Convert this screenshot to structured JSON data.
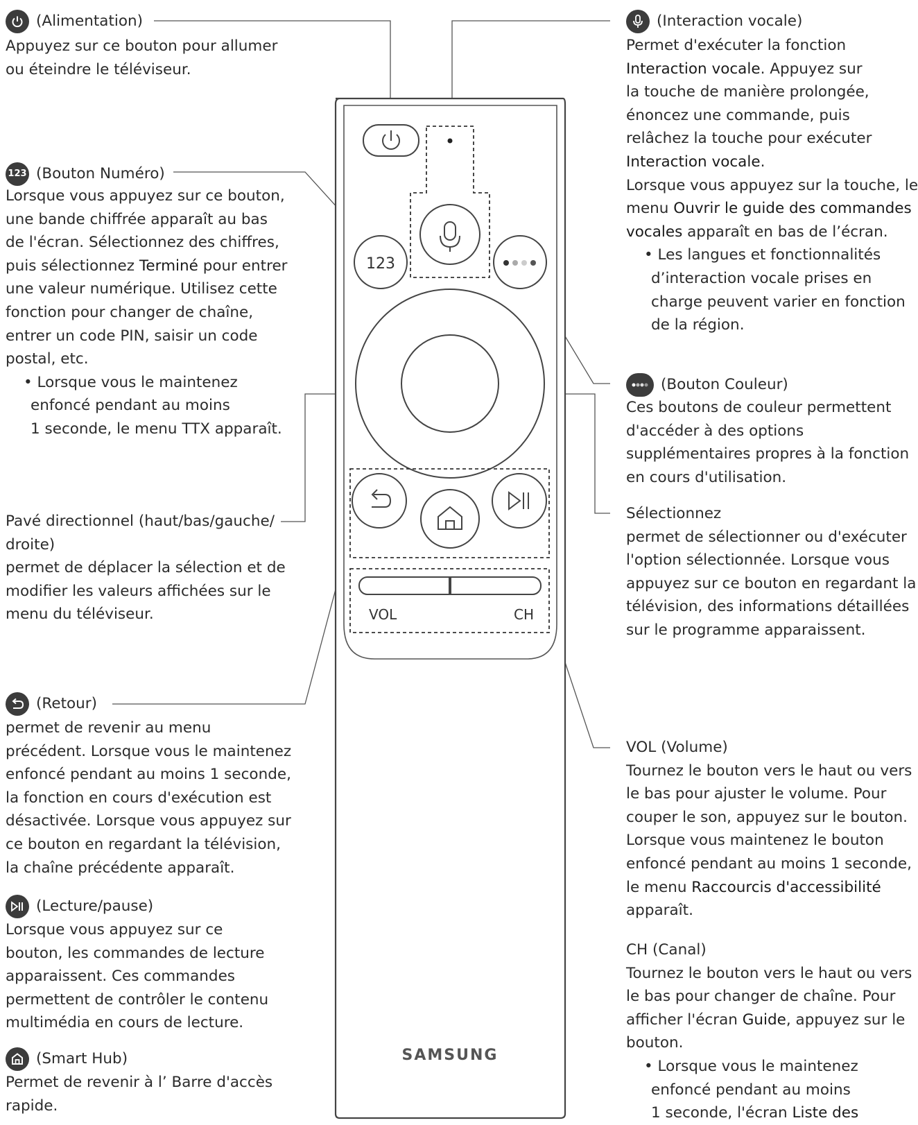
{
  "remote": {
    "numeric_label": "123",
    "vol_label": "VOL",
    "ch_label": "CH",
    "brand": "SAMSUNG"
  },
  "left": {
    "power": {
      "title": "(Alimentation)",
      "l1": "Appuyez sur ce bouton pour allumer",
      "l2": "ou éteindre le téléviseur."
    },
    "number": {
      "icon_text": "123",
      "title": "(Bouton Numéro)",
      "l1": "Lorsque vous appuyez sur ce bouton,",
      "l2": "une bande chiffrée apparaît au bas",
      "l3": "de l'écran. Sélectionnez des chiffres,",
      "l4a": "puis sélectionnez ",
      "l4b": "Terminé",
      "l4c": " pour entrer",
      "l5": "une valeur numérique. Utilisez cette",
      "l6": "fonction pour changer de chaîne,",
      "l7": "entrer un code PIN, saisir un code",
      "l8": "postal, etc.",
      "b1": "• Lorsque vous le maintenez",
      "b2": "enfoncé pendant au moins",
      "b3": "1 seconde, le menu TTX apparaît."
    },
    "dpad": {
      "t1": "Pavé directionnel (haut/bas/gauche/",
      "t2": "droite)",
      "l1": "permet de déplacer la sélection et de",
      "l2": "modifier les valeurs affichées sur le",
      "l3": "menu du téléviseur."
    },
    "back": {
      "title": "(Retour)",
      "l1": "permet de revenir au menu",
      "l2": "précédent. Lorsque vous le maintenez",
      "l3": "enfoncé pendant au moins 1 seconde,",
      "l4": "la fonction en cours d'exécution est",
      "l5": "désactivée. Lorsque vous appuyez sur",
      "l6": "ce bouton en regardant la télévision,",
      "l7": "la chaîne précédente apparaît."
    },
    "play": {
      "title": "(Lecture/pause)",
      "l1": "Lorsque vous appuyez sur ce",
      "l2": "bouton, les commandes de lecture",
      "l3": "apparaissent. Ces commandes",
      "l4": "permettent de contrôler le contenu",
      "l5": "multimédia en cours de lecture."
    },
    "hub": {
      "title": "(Smart Hub)",
      "l1": "Permet de revenir à l’ Barre d'accès",
      "l2": "rapide."
    }
  },
  "right": {
    "voice": {
      "title": "(Interaction vocale)",
      "l1": "Permet d'exécuter la fonction",
      "l2a": "Interaction vocale",
      "l2b": ". Appuyez sur",
      "l3": "la touche de manière prolongée,",
      "l4": "énoncez une commande, puis",
      "l5": "relâchez la touche pour exécuter",
      "l6a": "Interaction vocale",
      "l6b": ".",
      "l7": "Lorsque vous appuyez sur la touche, le",
      "l8a": "menu ",
      "l8b": "Ouvrir le guide des commandes",
      "l9a": "vocales",
      "l9b": " apparaît en bas de l’écran.",
      "b1": "• Les langues et fonctionnalités",
      "b2": "d’interaction vocale prises en",
      "b3": "charge peuvent varier en fonction",
      "b4": "de la région."
    },
    "color": {
      "title": "(Bouton Couleur)",
      "l1": "Ces boutons de couleur permettent",
      "l2": "d'accéder à des options",
      "l3": "supplémentaires propres à la fonction",
      "l4": "en cours d'utilisation."
    },
    "select": {
      "title": "Sélectionnez",
      "l1": "permet de sélectionner ou d'exécuter",
      "l2": "l'option sélectionnée. Lorsque vous",
      "l3": "appuyez sur ce bouton en regardant la",
      "l4": "télévision, des informations détaillées",
      "l5": "sur le programme apparaissent."
    },
    "vol": {
      "title": "VOL (Volume)",
      "l1": "Tournez le bouton vers le haut ou vers",
      "l2": "le bas pour ajuster le volume. Pour",
      "l3": "couper le son, appuyez sur le bouton.",
      "l4": "Lorsque vous maintenez le bouton",
      "l5": "enfoncé pendant au moins 1 seconde,",
      "l6a": "le menu ",
      "l6b": "Raccourcis d'accessibilité",
      "l7": "apparaît."
    },
    "ch": {
      "title": "CH (Canal)",
      "l1": "Tournez le bouton vers le haut ou vers",
      "l2": "le bas pour changer de chaîne. Pour",
      "l3a": "afficher l'écran ",
      "l3b": "Guide",
      "l3c": ", appuyez sur le",
      "l4": "bouton.",
      "b1": "• Lorsque vous le maintenez",
      "b2": "enfoncé pendant au moins",
      "b3a": "1 seconde, l'écran ",
      "b3b": "Liste des"
    }
  }
}
